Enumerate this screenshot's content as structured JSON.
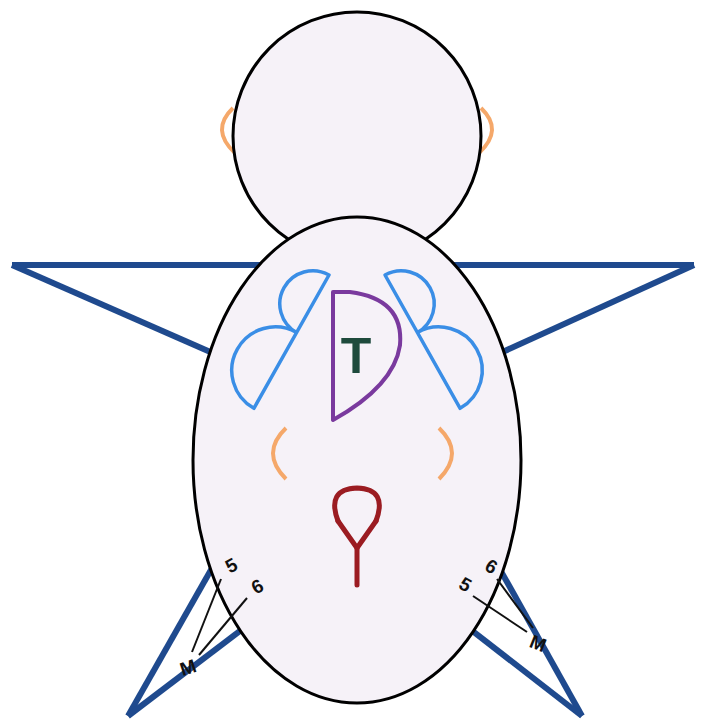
{
  "diagram": {
    "nodes": [
      {
        "text": [
          "T"
        ]
      }
    ],
    "labels": [
      "5",
      "6",
      "M",
      "5",
      "6",
      "M"
    ]
  }
}
